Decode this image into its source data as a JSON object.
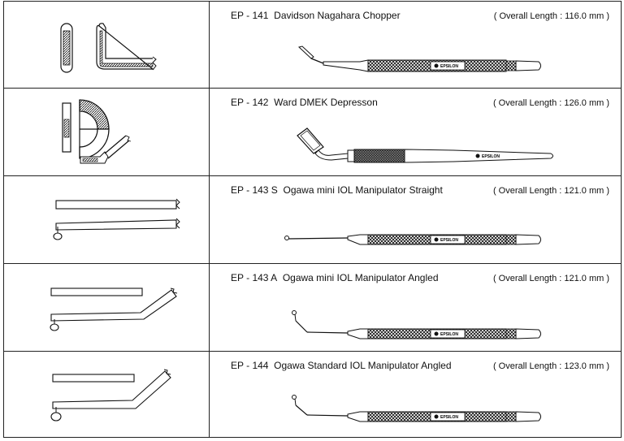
{
  "instruments": [
    {
      "code": "EP - 141",
      "name": "Davidson Nagahara Chopper",
      "length_label": "( Overall Length : 116.0 mm )",
      "brand": "EPSILON",
      "tip_icon": "chopper-tip-icon"
    },
    {
      "code": "EP - 142",
      "name": "Ward DMEK Depresson",
      "length_label": "( Overall Length : 126.0 mm )",
      "brand": "EPSILON",
      "tip_icon": "depressor-tip-icon"
    },
    {
      "code": "EP - 143 S",
      "name": "Ogawa mini IOL Manipulator Straight",
      "length_label": "( Overall Length : 121.0 mm )",
      "brand": "EPSILON",
      "tip_icon": "straight-manipulator-tip-icon"
    },
    {
      "code": "EP - 143 A",
      "name": "Ogawa mini IOL Manipulator Angled",
      "length_label": "( Overall Length : 121.0 mm )",
      "brand": "EPSILON",
      "tip_icon": "angled-manipulator-tip-icon"
    },
    {
      "code": "EP - 144",
      "name": "Ogawa Standard IOL Manipulator Angled",
      "length_label": "( Overall Length : 123.0 mm )",
      "brand": "EPSILON",
      "tip_icon": "standard-manipulator-tip-icon"
    }
  ]
}
